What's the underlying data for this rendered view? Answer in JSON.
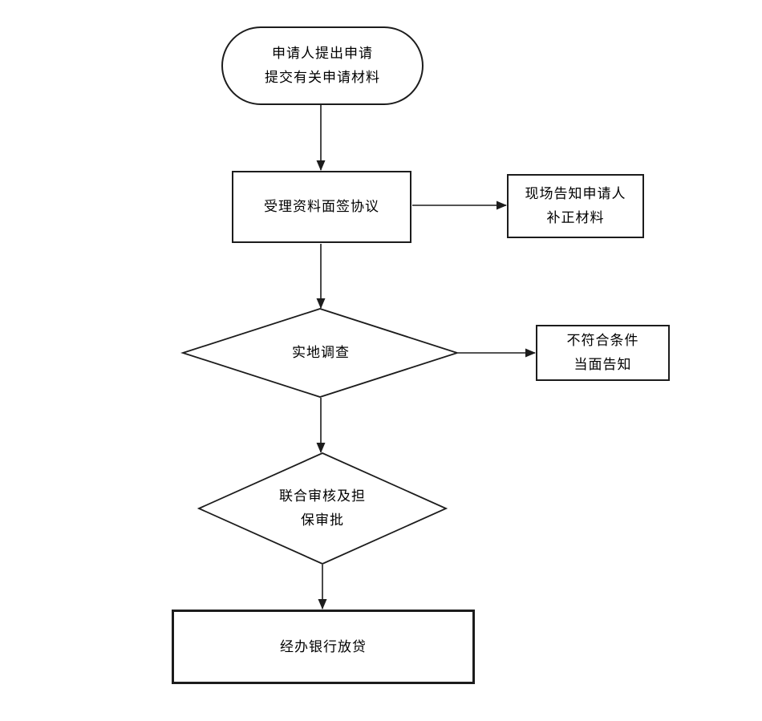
{
  "diagram": {
    "kind": "flowchart",
    "colors": {
      "background": "#ffffff",
      "stroke": "#1c1c1c",
      "text": "#000000"
    },
    "nodes": {
      "start": {
        "shape": "terminator",
        "line1": "申请人提出申请",
        "line2": "提交有关申请材料"
      },
      "accept": {
        "shape": "process",
        "label": "受理资料面签协议"
      },
      "notify_supplement": {
        "shape": "process",
        "line1": "现场告知申请人",
        "line2": "补正材料"
      },
      "field_survey": {
        "shape": "decision",
        "label": "实地调查"
      },
      "reject_notify": {
        "shape": "process",
        "line1": "不符合条件",
        "line2": "当面告知"
      },
      "joint_review": {
        "shape": "decision",
        "line1": "联合审核及担",
        "line2": "保审批"
      },
      "bank_loan": {
        "shape": "process",
        "label": "经办银行放贷"
      }
    },
    "edges": [
      {
        "from": "start",
        "to": "accept",
        "direction": "down"
      },
      {
        "from": "accept",
        "to": "notify_supplement",
        "direction": "right"
      },
      {
        "from": "accept",
        "to": "field_survey",
        "direction": "down"
      },
      {
        "from": "field_survey",
        "to": "reject_notify",
        "direction": "right"
      },
      {
        "from": "field_survey",
        "to": "joint_review",
        "direction": "down"
      },
      {
        "from": "joint_review",
        "to": "bank_loan",
        "direction": "down"
      }
    ]
  }
}
